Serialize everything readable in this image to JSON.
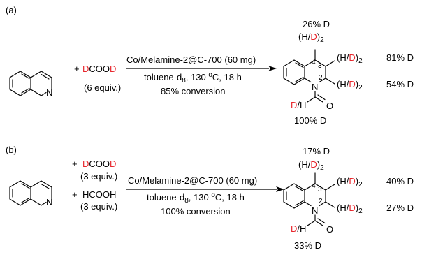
{
  "colors": {
    "deuterium": "#e8262c",
    "text": "#000000"
  },
  "panel_a": {
    "label": "(a)",
    "plus": "+",
    "reagent": {
      "d1": "D",
      "mid": "COO",
      "d2": "D"
    },
    "reagent_equiv": "(6 equiv.)",
    "catalyst": "Co/Melamine-2@C-700 (60 mg)",
    "solvent_prefix": "toluene-d",
    "solvent_sub": "8",
    "temp_value": "130 ",
    "temp_deg": "o",
    "temp_rest": "C, 18 h",
    "conversion": "85% conversion",
    "n_label": "N",
    "product": {
      "c4_pct": "26% D",
      "group_open": "(H/",
      "group_d": "D",
      "group_close": ")",
      "group_sub": "2",
      "pos3": "3",
      "pos2": "2",
      "pos4": "4",
      "c3_pct": "81% D",
      "c2_pct": "54% D",
      "n_label": "N",
      "o_label": "O",
      "formyl_d": "D",
      "formyl_rest": "/H",
      "formyl_pct": "100% D"
    }
  },
  "panel_b": {
    "label": "(b)",
    "plus": "+",
    "reagent": {
      "d1": "D",
      "mid": "COO",
      "d2": "D"
    },
    "reagent_equiv": "(3 equiv.)",
    "reagent2": "HCOOH",
    "reagent2_equiv": "(3 equiv.)",
    "catalyst": "Co/Melamine-2@C-700 (60 mg)",
    "solvent_prefix": "toluene-d",
    "solvent_sub": "8",
    "temp_value": "130 ",
    "temp_deg": "o",
    "temp_rest": "C, 18 h",
    "conversion": "100% conversion",
    "n_label": "N",
    "product": {
      "c4_pct": "17% D",
      "group_open": "(H/",
      "group_d": "D",
      "group_close": ")",
      "group_sub": "2",
      "pos3": "3",
      "pos2": "2",
      "pos4": "4",
      "c3_pct": "40% D",
      "c2_pct": "27% D",
      "n_label": "N",
      "o_label": "O",
      "formyl_d": "D",
      "formyl_rest": "/H",
      "formyl_pct": "33% D"
    }
  }
}
